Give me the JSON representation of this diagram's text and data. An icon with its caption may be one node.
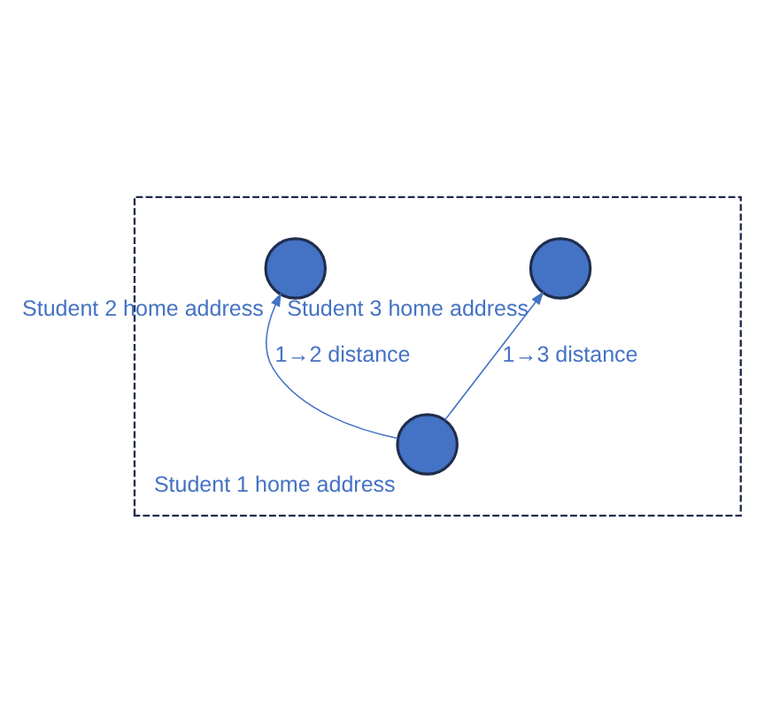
{
  "diagram": {
    "nodes": [
      {
        "text": [],
        "shape": "box"
      },
      {
        "text": [],
        "shape": "circle",
        "beside": [
          "Student 2 home address"
        ],
        "in": 0
      },
      {
        "text": [],
        "shape": "circle",
        "beside": [
          "Student 3 home address"
        ],
        "in": 0
      },
      {
        "text": [],
        "shape": "circle",
        "beside": [
          "Student 1 home address"
        ],
        "in": 0
      }
    ],
    "edges": [
      {
        "from": 3,
        "to": 1,
        "arrow": "to",
        "label": "1→2 distance"
      },
      {
        "from": 3,
        "to": 2,
        "arrow": "to",
        "label": "1→3 distance"
      }
    ]
  }
}
